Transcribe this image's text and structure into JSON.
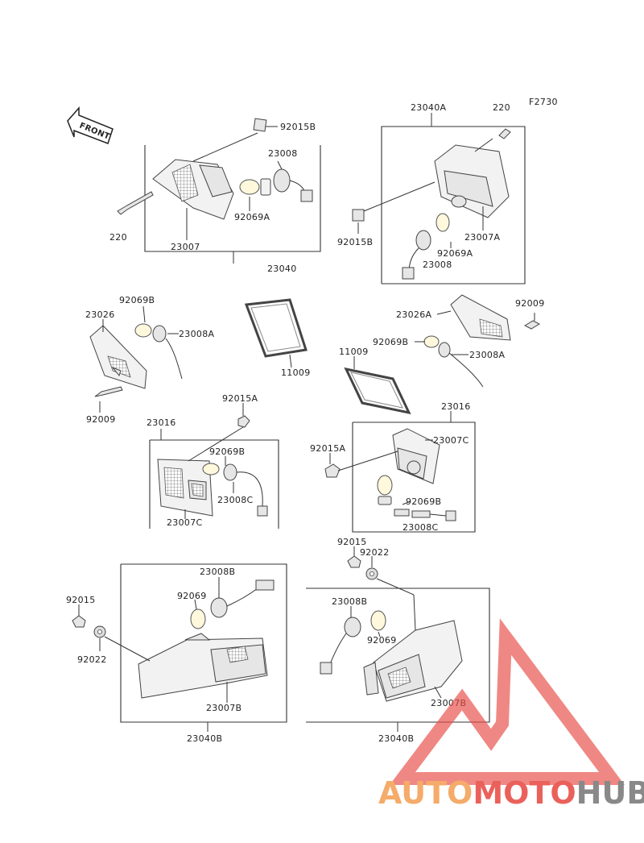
{
  "figure_code": "F2730",
  "front_arrow_text": "FRONT",
  "labels": {
    "l_92015B_top": "92015B",
    "l_23008_top": "23008",
    "l_92069A_left": "92069A",
    "l_220_left": "220",
    "l_23007": "23007",
    "l_23040": "23040",
    "l_23040A": "23040A",
    "l_220_right": "220",
    "l_92015B_right": "92015B",
    "l_23007A": "23007A",
    "l_92069A_right": "92069A",
    "l_23008_right": "23008",
    "l_92069B_left": "92069B",
    "l_23026": "23026",
    "l_23008A_left": "23008A",
    "l_92009_left": "92009",
    "l_11009_a": "11009",
    "l_11009_b": "11009",
    "l_23026A": "23026A",
    "l_92009_right": "92009",
    "l_92069B_right": "92069B",
    "l_23008A_right": "23008A",
    "l_92015A_left": "92015A",
    "l_23016_left": "23016",
    "l_92069B_mid": "92069B",
    "l_23008C_left": "23008C",
    "l_23007C_left": "23007C",
    "l_23016_right": "23016",
    "l_23007C_right": "23007C",
    "l_92015A_right": "92015A",
    "l_92069B_low": "92069B",
    "l_23008C_right": "23008C",
    "l_92015_mid": "92015",
    "l_92022_mid": "92022",
    "l_23008B_left": "23008B",
    "l_92069_left": "92069",
    "l_92015_left": "92015",
    "l_92022_left": "92022",
    "l_23007B_left": "23007B",
    "l_23040B_left": "23040B",
    "l_23008B_right": "23008B",
    "l_92069_right": "92069",
    "l_23007B_right": "23007B",
    "l_23040B_right": "23040B"
  },
  "watermark": {
    "part1": "AUTO",
    "part2": "MOTO",
    "part3": "HUB"
  },
  "colors": {
    "watermark_orange": "#f5a35a",
    "watermark_red": "#e8504a",
    "watermark_gray": "#7d7d7d",
    "line": "#333333"
  }
}
